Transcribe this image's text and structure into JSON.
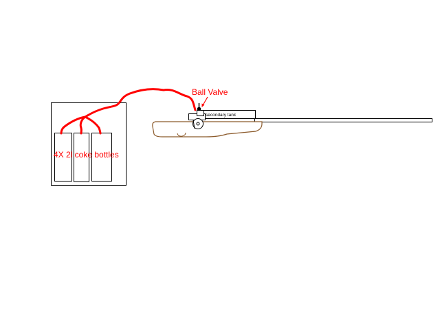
{
  "diagram": {
    "labels": {
      "ball_valve": "Ball Valve",
      "bottles": "4X 2l coke bottles",
      "secondary_tank": "secondary tank"
    },
    "colors": {
      "hose": "#ff0000",
      "label": "#ff0000",
      "stock": "#8b5a2b",
      "outline": "#000000",
      "background": "#ffffff"
    }
  }
}
